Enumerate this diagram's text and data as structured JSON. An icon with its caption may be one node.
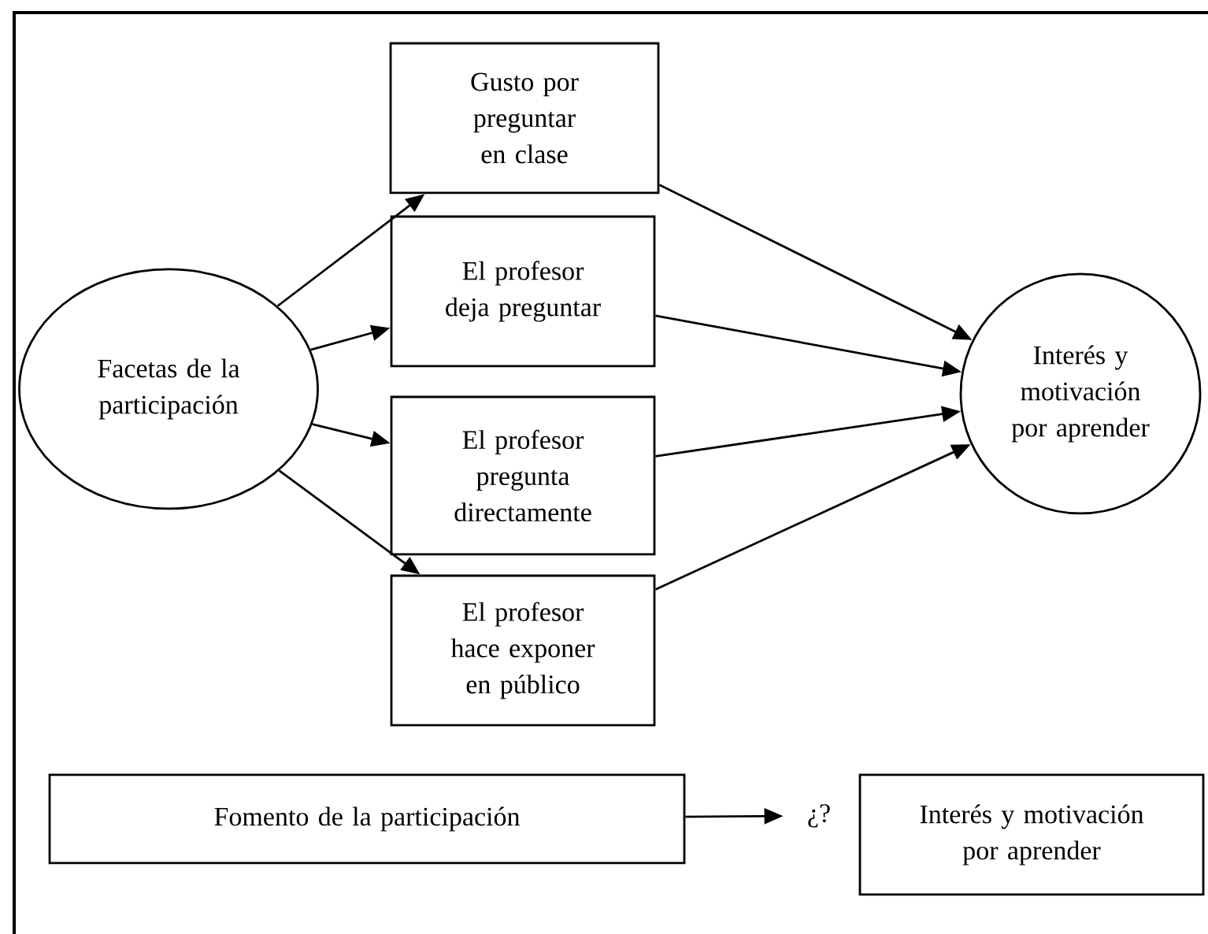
{
  "diagram": {
    "nodes": [
      {
        "text": [
          "Facetas de la participación"
        ]
      },
      {
        "text": [
          "Gusto por preguntar en clase"
        ]
      },
      {
        "text": [
          "El profesor deja preguntar"
        ]
      },
      {
        "text": [
          "El profesor pregunta directamente"
        ]
      },
      {
        "text": [
          "El profesor hace exponer en público"
        ]
      },
      {
        "text": [
          "Interés y motivación por aprender"
        ]
      },
      {
        "text": [
          "Fomento de la participación"
        ]
      },
      {
        "text": [
          "¿?"
        ]
      },
      {
        "text": [
          "Interés y motivación por aprender"
        ]
      }
    ],
    "edges": [
      {
        "from": 0,
        "to": 1,
        "arrow": "to"
      },
      {
        "from": 0,
        "to": 2,
        "arrow": "to"
      },
      {
        "from": 0,
        "to": 3,
        "arrow": "to"
      },
      {
        "from": 0,
        "to": 4,
        "arrow": "to"
      },
      {
        "from": 1,
        "to": 5,
        "arrow": "to"
      },
      {
        "from": 2,
        "to": 5,
        "arrow": "to"
      },
      {
        "from": 3,
        "to": 5,
        "arrow": "to"
      },
      {
        "from": 4,
        "to": 5,
        "arrow": "to"
      },
      {
        "from": 6,
        "to": 7,
        "arrow": "to"
      }
    ]
  }
}
